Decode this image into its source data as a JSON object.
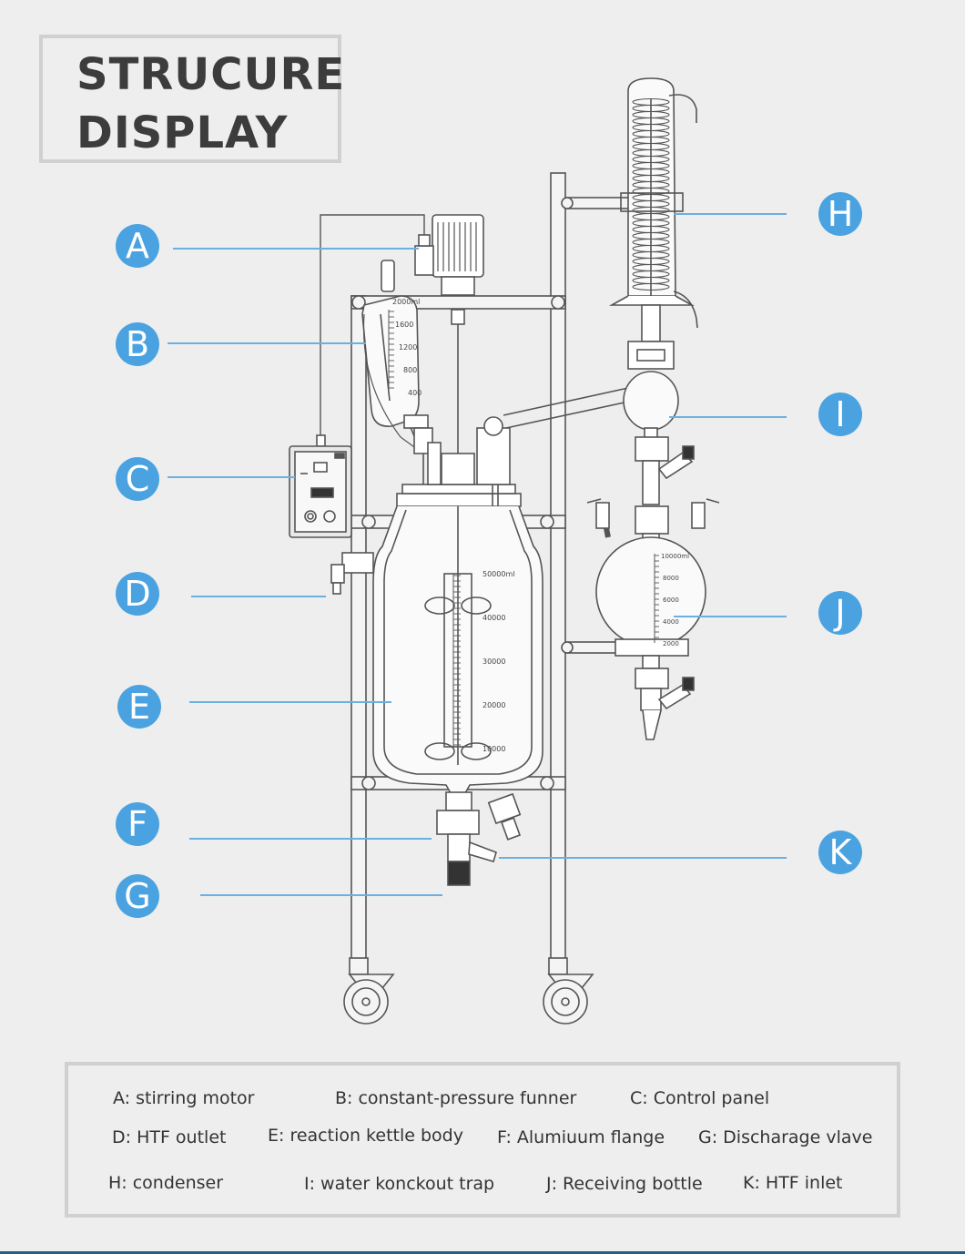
{
  "title": {
    "line1": "STRUCURE",
    "line2": "DISPLAY"
  },
  "labels": [
    "A",
    "B",
    "C",
    "D",
    "E",
    "F",
    "G",
    "H",
    "I",
    "J",
    "K"
  ],
  "funnel_scale": [
    "2000ml",
    "1600",
    "1200",
    "800",
    "400"
  ],
  "kettle_scale": [
    "50000ml",
    "40000",
    "30000",
    "20000",
    "10000"
  ],
  "bottle_scale": [
    "10000ml",
    "8000",
    "6000",
    "4000",
    "2000"
  ],
  "legend": [
    "A: stirring motor",
    "B: constant-pressure funner",
    "C: Control panel",
    "D: HTF outlet",
    "E: reaction kettle body",
    "F: Alumiuum flange",
    "G: Discharage vlave",
    "H: condenser",
    "I: water konckout trap",
    "J: Receiving bottle",
    "K: HTF inlet"
  ],
  "colors": {
    "accent": "#4aa3e0",
    "leader": "#6ab0e0",
    "line": "#555555"
  }
}
